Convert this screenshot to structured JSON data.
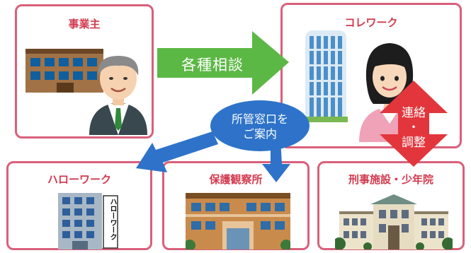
{
  "colors": {
    "border": "#d8607a",
    "title": "#d23a4e",
    "green_arrow": "#5cb845",
    "red_arrow": "#e2363c",
    "blue_arrow": "#2e73c9"
  },
  "nodes": {
    "employer": {
      "title": "事業主"
    },
    "colework": {
      "title": "コレワーク"
    },
    "hellowork": {
      "title": "ハローワーク",
      "sign": "ハローワーク"
    },
    "probation": {
      "title": "保護観察所"
    },
    "correctional": {
      "title": "刑事施設・少年院"
    }
  },
  "arrows": {
    "consult": {
      "label": "各種相談"
    },
    "liaison": {
      "label_line1": "連絡",
      "label_dot": "・",
      "label_line2": "調整"
    },
    "guidance": {
      "label_line1": "所管窓口を",
      "label_line2": "ご案内"
    }
  },
  "icons": [
    "office-building-icon",
    "businessman-icon",
    "tower-building-icon",
    "woman-staff-icon",
    "hellowork-building-icon",
    "probation-office-icon",
    "correctional-facility-icon"
  ]
}
